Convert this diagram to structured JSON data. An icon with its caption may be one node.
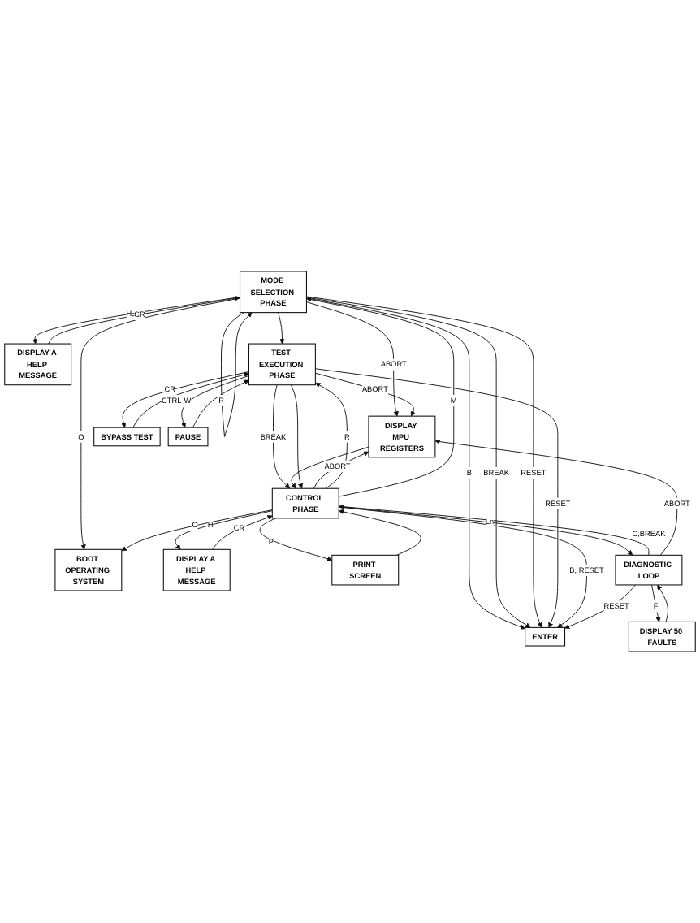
{
  "diagram": {
    "nodes": [
      {
        "text": [
          "MODE SELECTION PHASE"
        ]
      },
      {
        "text": [
          "DISPLAY A HELP MESSAGE"
        ]
      },
      {
        "text": [
          "BOOT OPERATING SYSTEM"
        ]
      },
      {
        "text": [
          "ENTER"
        ]
      },
      {
        "text": [
          "DISPLAY MPU REGISTERS"
        ]
      },
      {
        "text": [
          "TEST EXECUTION PHASE"
        ]
      },
      {
        "text": [
          "BYPASS TEST"
        ]
      },
      {
        "text": [
          "PAUSE"
        ]
      },
      {
        "text": [
          "CONTROL PHASE"
        ]
      },
      {
        "text": [
          "DISPLAY A HELP MESSAGE"
        ]
      },
      {
        "text": [
          "PRINT SCREEN"
        ]
      },
      {
        "text": [
          "DIAGNOSTIC LOOP"
        ]
      },
      {
        "text": [
          "DISPLAY 50 FAULTS"
        ]
      }
    ],
    "edges": [
      {
        "from": 0,
        "to": 0,
        "arrow": "to",
        "label": "R"
      },
      {
        "from": 0,
        "to": 1,
        "arrow": "to",
        "label": "H"
      },
      {
        "from": 1,
        "to": 0,
        "arrow": "to",
        "label": "CR"
      },
      {
        "from": 0,
        "to": 2,
        "arrow": "to",
        "label": "O"
      },
      {
        "from": 0,
        "to": 3,
        "arrow": "to",
        "label": "B"
      },
      {
        "from": 0,
        "to": 3,
        "arrow": "to",
        "label": "BREAK"
      },
      {
        "from": 0,
        "to": 3,
        "arrow": "to",
        "label": "RESET"
      },
      {
        "from": 0,
        "to": 5,
        "arrow": "to"
      },
      {
        "from": 0,
        "to": 4,
        "arrow": "to",
        "label": "ABORT"
      },
      {
        "from": 5,
        "to": 4,
        "arrow": "to",
        "label": "ABORT"
      },
      {
        "from": 5,
        "to": 3,
        "arrow": "to",
        "label": "RESET"
      },
      {
        "from": 5,
        "to": 6,
        "arrow": "to",
        "label": "CR"
      },
      {
        "from": 6,
        "to": 5,
        "arrow": "to"
      },
      {
        "from": 5,
        "to": 7,
        "arrow": "to",
        "label": "CTRL-W"
      },
      {
        "from": 7,
        "to": 5,
        "arrow": "to"
      },
      {
        "from": 5,
        "to": 8,
        "arrow": "to",
        "label": "BREAK"
      },
      {
        "from": 4,
        "to": 8,
        "arrow": "to"
      },
      {
        "from": 5,
        "to": 8,
        "arrow": "to"
      },
      {
        "from": 8,
        "to": 4,
        "arrow": "to",
        "label": "ABORT"
      },
      {
        "from": 8,
        "to": 5,
        "arrow": "to",
        "label": "R"
      },
      {
        "from": 8,
        "to": 3,
        "arrow": "to",
        "label": "B, RESET"
      },
      {
        "from": 8,
        "to": 2,
        "arrow": "to",
        "label": "O"
      },
      {
        "from": 8,
        "to": 0,
        "arrow": "to",
        "label": "M"
      },
      {
        "from": 8,
        "to": 9,
        "arrow": "to",
        "label": "H"
      },
      {
        "from": 9,
        "to": 8,
        "arrow": "to",
        "label": "CR"
      },
      {
        "from": 8,
        "to": 10,
        "arrow": "to",
        "label": "P"
      },
      {
        "from": 10,
        "to": 8,
        "arrow": "to"
      },
      {
        "from": 8,
        "to": 11,
        "arrow": "to",
        "label": "Ln"
      },
      {
        "from": 11,
        "to": 8,
        "arrow": "to",
        "label": "C,BREAK"
      },
      {
        "from": 11,
        "to": 3,
        "arrow": "to",
        "label": "RESET"
      },
      {
        "from": 11,
        "to": 12,
        "arrow": "to",
        "label": "F"
      },
      {
        "from": 12,
        "to": 11,
        "arrow": "to"
      },
      {
        "from": 11,
        "to": 4,
        "arrow": "to",
        "label": "ABORT"
      }
    ]
  }
}
